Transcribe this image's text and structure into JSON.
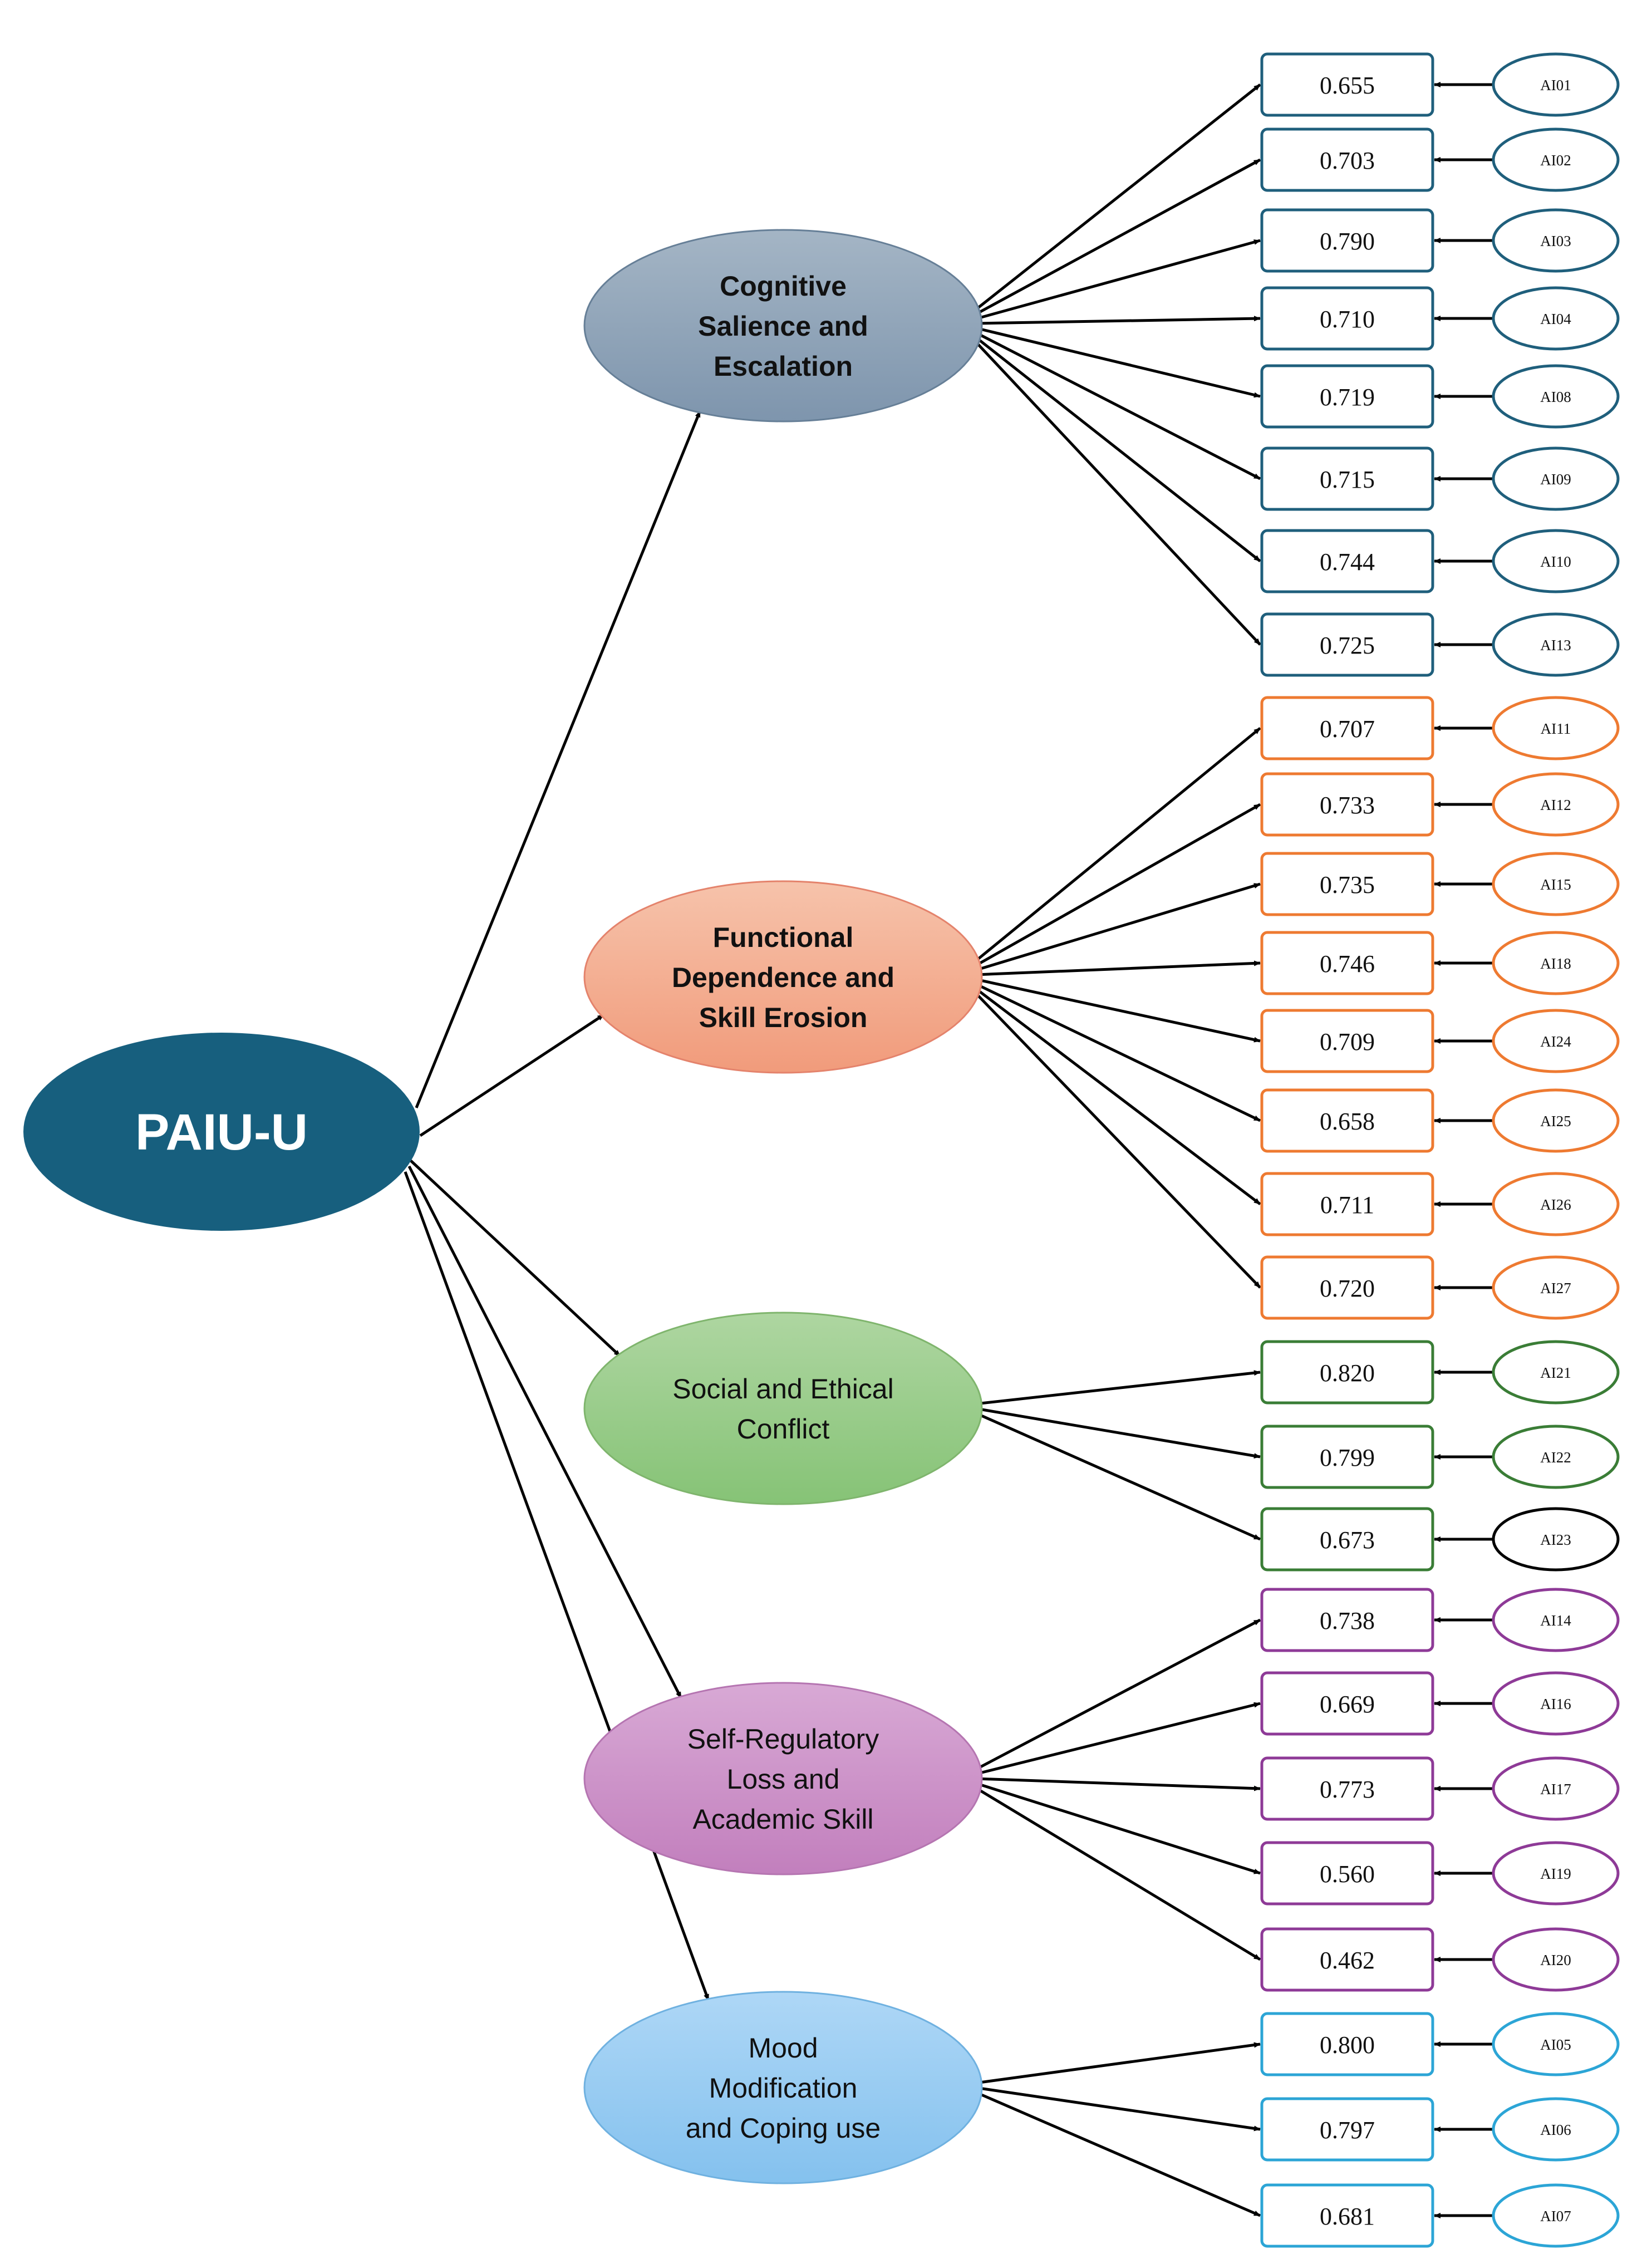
{
  "root": {
    "id": "root",
    "label": "PAIU-U",
    "fill": "#175f7e"
  },
  "factors": [
    {
      "id": "f1",
      "lines": [
        "Cognitive",
        "Salience and",
        "Escalation"
      ],
      "bold": true,
      "fill_top": "#a4b5c5",
      "fill_bottom": "#7e95ad",
      "stroke": "#667f97",
      "item_color": "#1f5f7c",
      "indicators": [
        {
          "loading": "0.655",
          "item": "AI01"
        },
        {
          "loading": "0.703",
          "item": "AI02"
        },
        {
          "loading": "0.790",
          "item": "AI03"
        },
        {
          "loading": "0.710",
          "item": "AI04"
        },
        {
          "loading": "0.719",
          "item": "AI08"
        },
        {
          "loading": "0.715",
          "item": "AI09"
        },
        {
          "loading": "0.744",
          "item": "AI10"
        },
        {
          "loading": "0.725",
          "item": "AI13"
        }
      ]
    },
    {
      "id": "f2",
      "lines": [
        "Functional",
        "Dependence and",
        "Skill Erosion"
      ],
      "bold": true,
      "fill_top": "#f6c3ab",
      "fill_bottom": "#f19b7b",
      "stroke": "#e4836c",
      "item_color": "#ee7a31",
      "indicators": [
        {
          "loading": "0.707",
          "item": "AI11"
        },
        {
          "loading": "0.733",
          "item": "AI12"
        },
        {
          "loading": "0.735",
          "item": "AI15"
        },
        {
          "loading": "0.746",
          "item": "AI18"
        },
        {
          "loading": "0.709",
          "item": "AI24"
        },
        {
          "loading": "0.658",
          "item": "AI25"
        },
        {
          "loading": "0.711",
          "item": "AI26"
        },
        {
          "loading": "0.720",
          "item": "AI27"
        }
      ]
    },
    {
      "id": "f3",
      "lines": [
        "Social and Ethical",
        "Conflict"
      ],
      "bold": false,
      "fill_top": "#aed6a1",
      "fill_bottom": "#86c376",
      "stroke": "#7fb56d",
      "item_color": "#3a7d36",
      "indicators": [
        {
          "loading": "0.820",
          "item": "AI21"
        },
        {
          "loading": "0.799",
          "item": "AI22"
        },
        {
          "loading": "0.673",
          "item": "AI23",
          "item_stroke": "#000000"
        }
      ]
    },
    {
      "id": "f4",
      "lines": [
        "Self-Regulatory",
        "Loss and",
        "Academic Skill"
      ],
      "bold": false,
      "fill_top": "#d8a9d5",
      "fill_bottom": "#c27fbd",
      "stroke": "#b575b1",
      "item_color": "#8e3a97",
      "indicators": [
        {
          "loading": "0.738",
          "item": "AI14"
        },
        {
          "loading": "0.669",
          "item": "AI16"
        },
        {
          "loading": "0.773",
          "item": "AI17"
        },
        {
          "loading": "0.560",
          "item": "AI19"
        },
        {
          "loading": "0.462",
          "item": "AI20"
        }
      ]
    },
    {
      "id": "f5",
      "lines": [
        "Mood",
        "Modification",
        "and Coping use"
      ],
      "bold": false,
      "fill_top": "#aed7f6",
      "fill_bottom": "#84c1ee",
      "stroke": "#6fb1e0",
      "item_color": "#2ca5d6",
      "indicators": [
        {
          "loading": "0.800",
          "item": "AI05"
        },
        {
          "loading": "0.797",
          "item": "AI06"
        },
        {
          "loading": "0.681",
          "item": "AI07"
        }
      ]
    }
  ]
}
